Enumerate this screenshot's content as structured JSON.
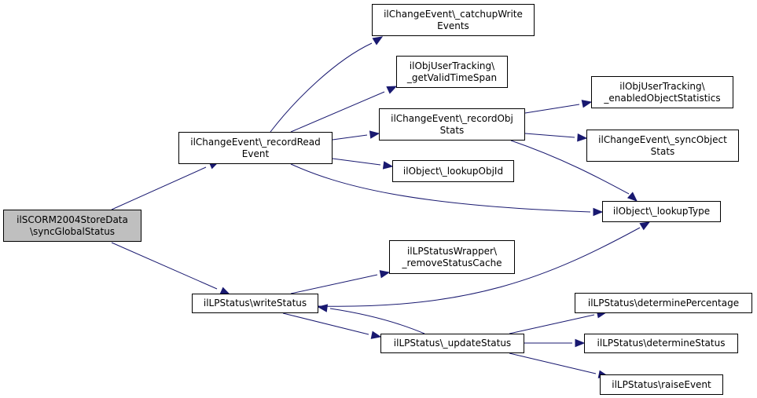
{
  "colors": {
    "edge": "#191970",
    "root_fill": "#bfbfbf",
    "node_fill": "#ffffff",
    "border": "#000000"
  },
  "nodes": [
    {
      "id": "syncGlobalStatus",
      "lines": [
        "ilSCORM2004StoreData",
        "\\syncGlobalStatus"
      ],
      "root": true
    },
    {
      "id": "recordReadEvent",
      "lines": [
        "ilChangeEvent\\_recordRead",
        "Event"
      ]
    },
    {
      "id": "writeStatus",
      "lines": [
        "ilLPStatus\\writeStatus"
      ]
    },
    {
      "id": "catchupWriteEvents",
      "lines": [
        "ilChangeEvent\\_catchupWrite",
        "Events"
      ]
    },
    {
      "id": "getValidTimeSpan",
      "lines": [
        "ilObjUserTracking\\",
        "_getValidTimeSpan"
      ]
    },
    {
      "id": "recordObjStats",
      "lines": [
        "ilChangeEvent\\_recordObj",
        "Stats"
      ]
    },
    {
      "id": "lookupObjId",
      "lines": [
        "ilObject\\_lookupObjId"
      ]
    },
    {
      "id": "lookupType",
      "lines": [
        "ilObject\\_lookupType"
      ]
    },
    {
      "id": "enabledObjectStatistics",
      "lines": [
        "ilObjUserTracking\\",
        "_enabledObjectStatistics"
      ]
    },
    {
      "id": "syncObjectStats",
      "lines": [
        "ilChangeEvent\\_syncObject",
        "Stats"
      ]
    },
    {
      "id": "removeStatusCache",
      "lines": [
        "ilLPStatusWrapper\\",
        "_removeStatusCache"
      ]
    },
    {
      "id": "updateStatus",
      "lines": [
        "ilLPStatus\\_updateStatus"
      ]
    },
    {
      "id": "determinePercentage",
      "lines": [
        "ilLPStatus\\determinePercentage"
      ]
    },
    {
      "id": "determineStatus",
      "lines": [
        "ilLPStatus\\determineStatus"
      ]
    },
    {
      "id": "raiseEvent",
      "lines": [
        "ilLPStatus\\raiseEvent"
      ]
    }
  ],
  "edges": [
    {
      "from": "syncGlobalStatus",
      "to": "recordReadEvent"
    },
    {
      "from": "syncGlobalStatus",
      "to": "writeStatus"
    },
    {
      "from": "recordReadEvent",
      "to": "catchupWriteEvents"
    },
    {
      "from": "recordReadEvent",
      "to": "getValidTimeSpan"
    },
    {
      "from": "recordReadEvent",
      "to": "recordObjStats"
    },
    {
      "from": "recordReadEvent",
      "to": "lookupObjId"
    },
    {
      "from": "recordReadEvent",
      "to": "lookupType"
    },
    {
      "from": "recordObjStats",
      "to": "enabledObjectStatistics"
    },
    {
      "from": "recordObjStats",
      "to": "syncObjectStats"
    },
    {
      "from": "recordObjStats",
      "to": "lookupType"
    },
    {
      "from": "writeStatus",
      "to": "removeStatusCache"
    },
    {
      "from": "writeStatus",
      "to": "lookupType"
    },
    {
      "from": "writeStatus",
      "to": "updateStatus"
    },
    {
      "from": "updateStatus",
      "to": "writeStatus"
    },
    {
      "from": "updateStatus",
      "to": "determinePercentage"
    },
    {
      "from": "updateStatus",
      "to": "determineStatus"
    },
    {
      "from": "updateStatus",
      "to": "raiseEvent"
    }
  ]
}
